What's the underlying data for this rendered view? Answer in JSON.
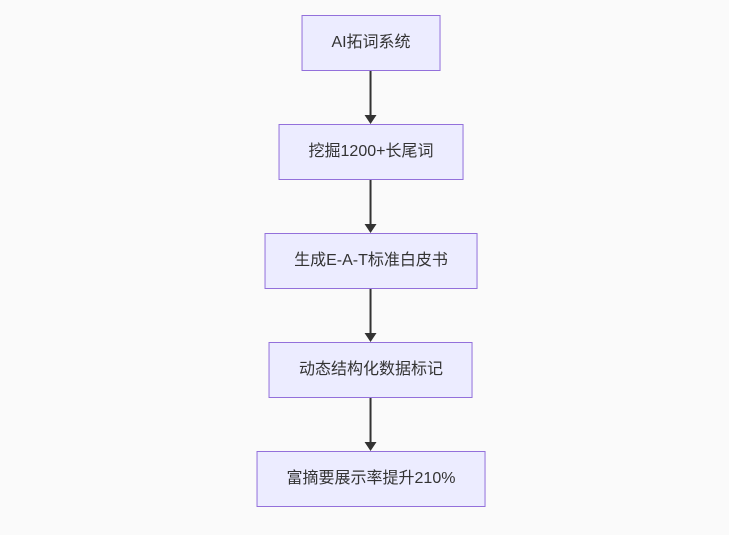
{
  "diagram": {
    "type": "flowchart-top-down",
    "colors": {
      "page-bg": "#fafafa",
      "node-fill": "#ECECFF",
      "node-border": "#9370DB",
      "arrow-color": "#333333",
      "text-color": "#333333"
    },
    "nodes": [
      {
        "id": "n1",
        "label": "AI拓词系统"
      },
      {
        "id": "n2",
        "label": "挖掘1200+长尾词"
      },
      {
        "id": "n3",
        "label": "生成E-A-T标准白皮书"
      },
      {
        "id": "n4",
        "label": "动态结构化数据标记"
      },
      {
        "id": "n5",
        "label": "富摘要展示率提升210%"
      }
    ],
    "edges": [
      {
        "from": "n1",
        "to": "n2"
      },
      {
        "from": "n2",
        "to": "n3"
      },
      {
        "from": "n3",
        "to": "n4"
      },
      {
        "from": "n4",
        "to": "n5"
      }
    ]
  }
}
